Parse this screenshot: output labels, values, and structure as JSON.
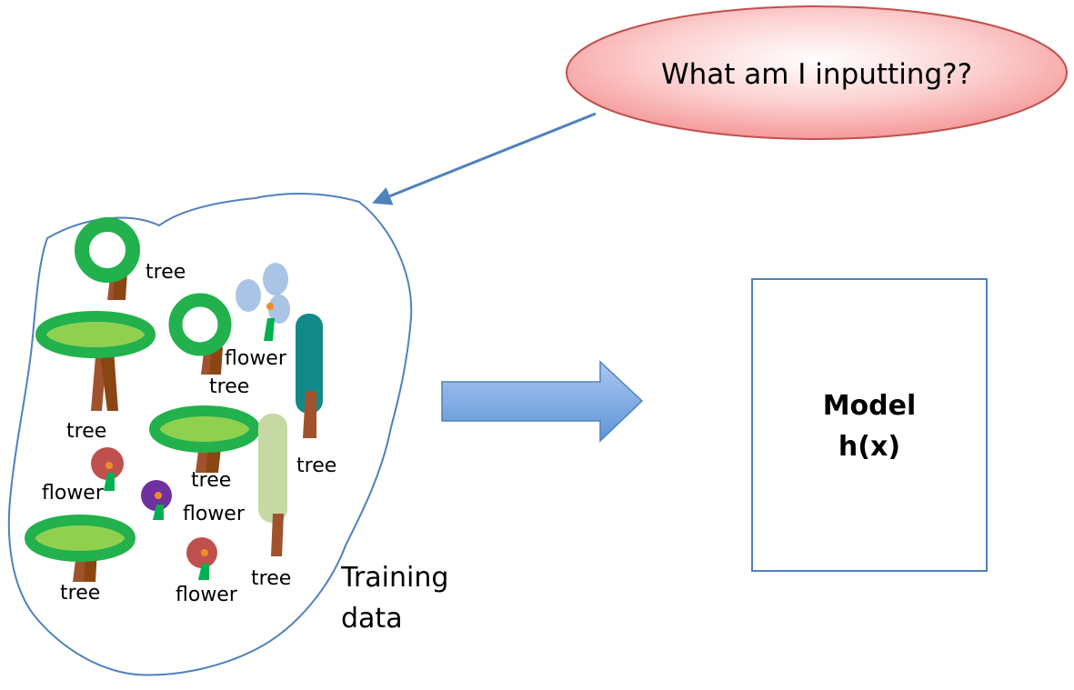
{
  "callout": {
    "text": "What am I inputting??"
  },
  "training": {
    "label_line1": "Training",
    "label_line2": "data",
    "labels": [
      "tree",
      "flower",
      "tree",
      "tree",
      "tree",
      "tree",
      "flower",
      "flower",
      "tree",
      "tree",
      "flower"
    ]
  },
  "model": {
    "title": "Model",
    "formula": "h(x)"
  },
  "colors": {
    "callout_fill": "#f7a8a8",
    "callout_stroke": "#c0504d",
    "arrow": "#4f81bd",
    "blob_stroke": "#4f81bd",
    "tree_green": "#22b14c",
    "canopy_light": "#8fd14f",
    "trunk": "#a0522d",
    "teal": "#138a8a",
    "flower_red": "#c0504d",
    "flower_purple": "#7030a0",
    "flower_blue": "#a9c4e4",
    "stem_green": "#00b050"
  }
}
